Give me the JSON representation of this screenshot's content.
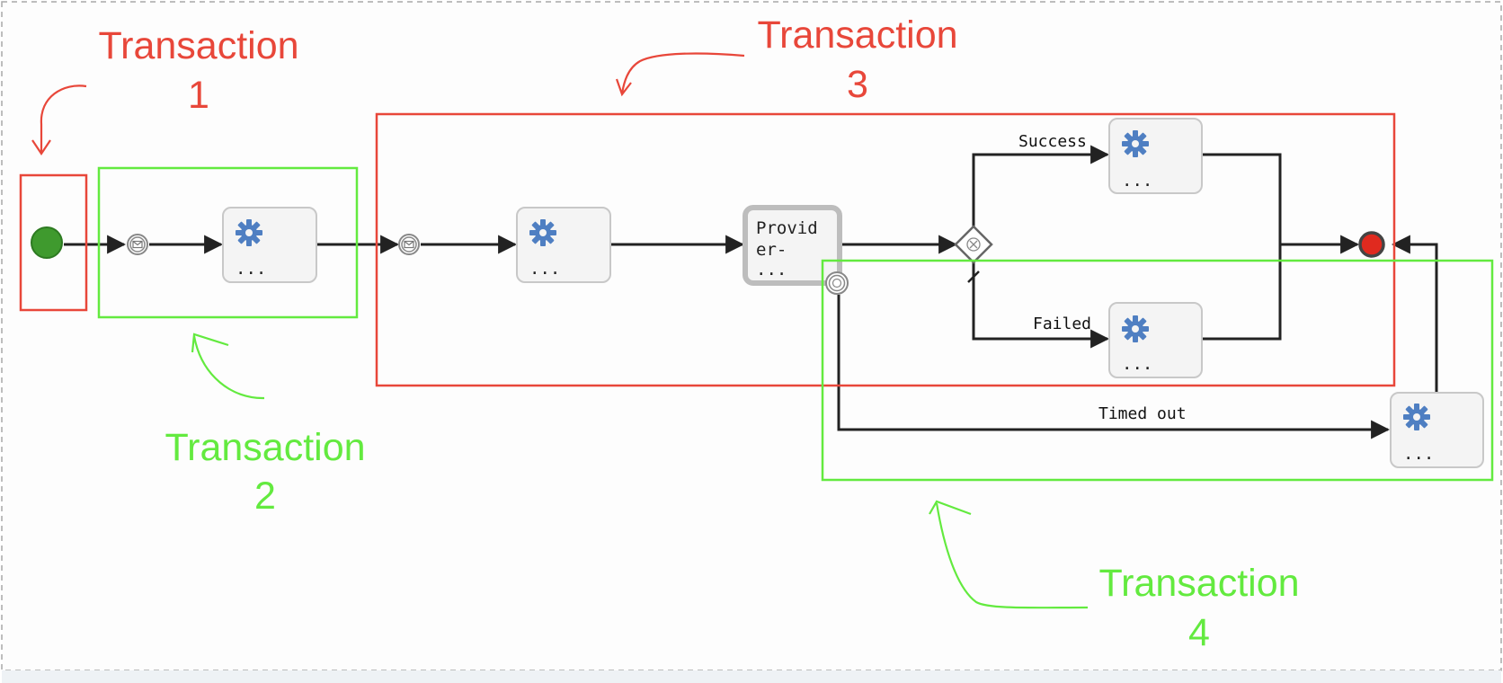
{
  "annotations": {
    "t1": {
      "line1": "Transaction",
      "line2": "1"
    },
    "t2": {
      "line1": "Transaction",
      "line2": "2"
    },
    "t3": {
      "line1": "Transaction",
      "line2": "3"
    },
    "t4": {
      "line1": "Transaction",
      "line2": "4"
    }
  },
  "tasks": {
    "task1": {
      "label": "..."
    },
    "task2": {
      "label": "..."
    },
    "provider": {
      "line1": "Provid",
      "line2": "er-",
      "line3": "..."
    },
    "success_task": {
      "label": "..."
    },
    "failed_task": {
      "label": "..."
    },
    "timeout_task": {
      "label": "..."
    }
  },
  "flows": {
    "success": "Success",
    "failed": "Failed",
    "timed_out": "Timed out"
  },
  "colors": {
    "annotation_red": "#e8473a",
    "annotation_green": "#63ea3f",
    "start_event": "#3f9a2e",
    "end_event": "#e02a1f",
    "gear": "#4f7fc2"
  }
}
